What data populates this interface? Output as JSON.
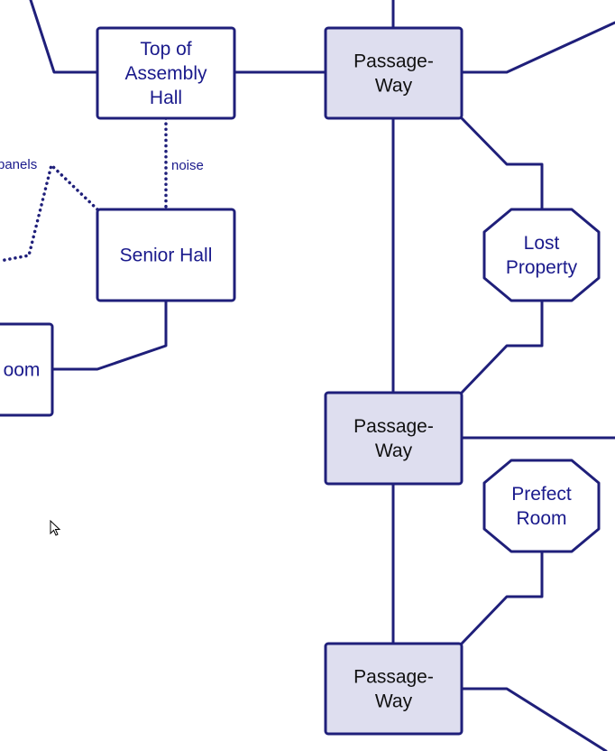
{
  "diagram": {
    "colors": {
      "line": "#1f1f7a",
      "navy_text": "#1a1a8c",
      "black_text": "#111111",
      "room_fill": "#ffffff",
      "passage_fill": "#dedeef"
    },
    "nodes": [
      {
        "id": "top-of-assembly-hall",
        "shape": "rect",
        "style": "room",
        "lines": [
          "Top of",
          "Assembly",
          "Hall"
        ]
      },
      {
        "id": "senior-hall",
        "shape": "rect",
        "style": "room",
        "lines": [
          "Senior Hall"
        ]
      },
      {
        "id": "partial-room",
        "shape": "rect",
        "style": "room",
        "lines": [
          "oom"
        ]
      },
      {
        "id": "passage-way-1",
        "shape": "rect",
        "style": "passage",
        "lines": [
          "Passage-",
          "Way"
        ]
      },
      {
        "id": "passage-way-2",
        "shape": "rect",
        "style": "passage",
        "lines": [
          "Passage-",
          "Way"
        ]
      },
      {
        "id": "passage-way-3",
        "shape": "rect",
        "style": "passage",
        "lines": [
          "Passage-",
          "Way"
        ]
      },
      {
        "id": "lost-property",
        "shape": "octagon",
        "style": "room",
        "lines": [
          "Lost",
          "Property"
        ]
      },
      {
        "id": "prefect-room",
        "shape": "octagon",
        "style": "room",
        "lines": [
          "Prefect",
          "Room"
        ]
      }
    ],
    "edge_labels": {
      "noise": "noise",
      "panels": "panels"
    }
  },
  "cursor": {
    "icon": "mouse-pointer-arrow"
  }
}
